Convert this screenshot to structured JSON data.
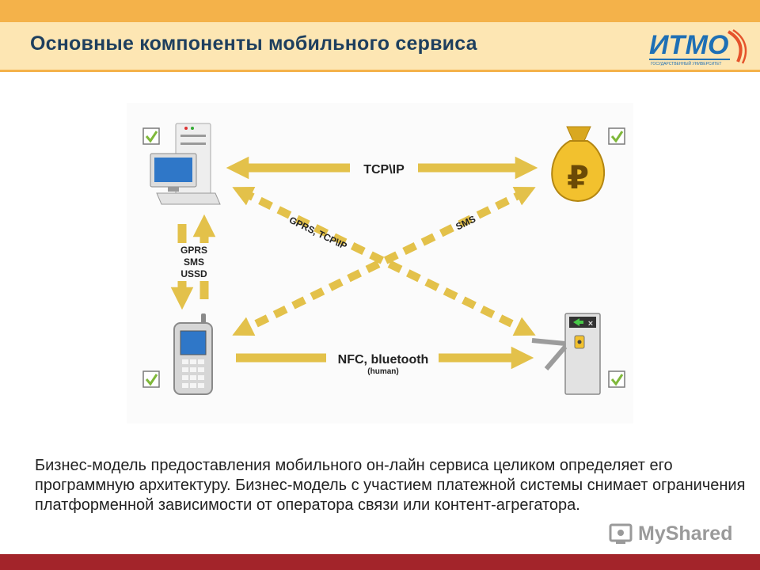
{
  "header": {
    "title": "Основные компоненты мобильного сервиса",
    "logo_text": "ИТМО",
    "logo_subtext": "ГОСУДАРСТВЕННЫЙ УНИВЕРСИТЕТ"
  },
  "diagram": {
    "labels": {
      "tcp_ip": "TCP\\IP",
      "gprs_tcp_ip": "GPRS, TCP\\IP",
      "sms": "SMS",
      "server_phone": [
        "GPRS",
        "SMS",
        "USSD"
      ],
      "nfc": "NFC, bluetooth",
      "human": "(human)"
    },
    "nodes": {
      "bag_currency": "₽"
    }
  },
  "body_text": "Бизнес-модель предоставления мобильного он-лайн сервиса целиком определяет его программную архитектуру. Бизнес-модель с участием платежной системы снимает ограничения платформенной зависимости от оператора связи или контент-агрегатора.",
  "watermark": {
    "text": "MyShared"
  },
  "colors": {
    "arrow": "#e3c14a",
    "header_stripe": "#f4b24a",
    "header_band": "#fde6b3",
    "title": "#1e3f5e",
    "footer": "#a3242a",
    "checkbox": "#7fb83a"
  }
}
